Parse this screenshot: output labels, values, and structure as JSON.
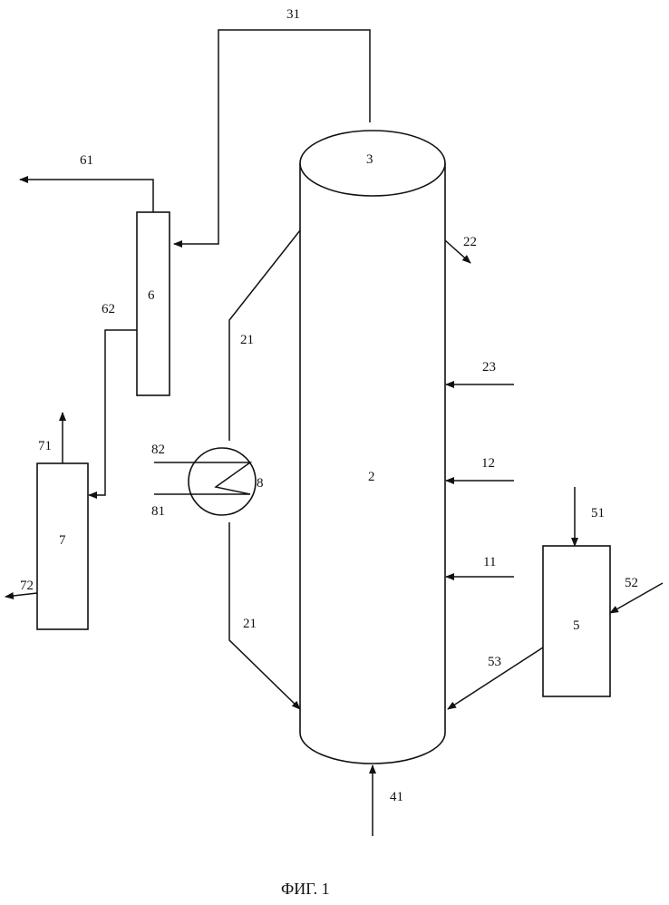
{
  "figure": {
    "caption": "ФИГ. 1",
    "units": {
      "column": "2",
      "column_top": "3",
      "separator": "6",
      "vessel_7": "7",
      "vessel_5": "5",
      "heat_exchanger": "8"
    },
    "streams": {
      "s31": "31",
      "s61": "61",
      "s62": "62",
      "s71": "71",
      "s72": "72",
      "s21_upper": "21",
      "s21_lower": "21",
      "s82": "82",
      "s81": "81",
      "s22": "22",
      "s23": "23",
      "s12": "12",
      "s11": "11",
      "s51": "51",
      "s52": "52",
      "s53": "53",
      "s41": "41"
    }
  }
}
